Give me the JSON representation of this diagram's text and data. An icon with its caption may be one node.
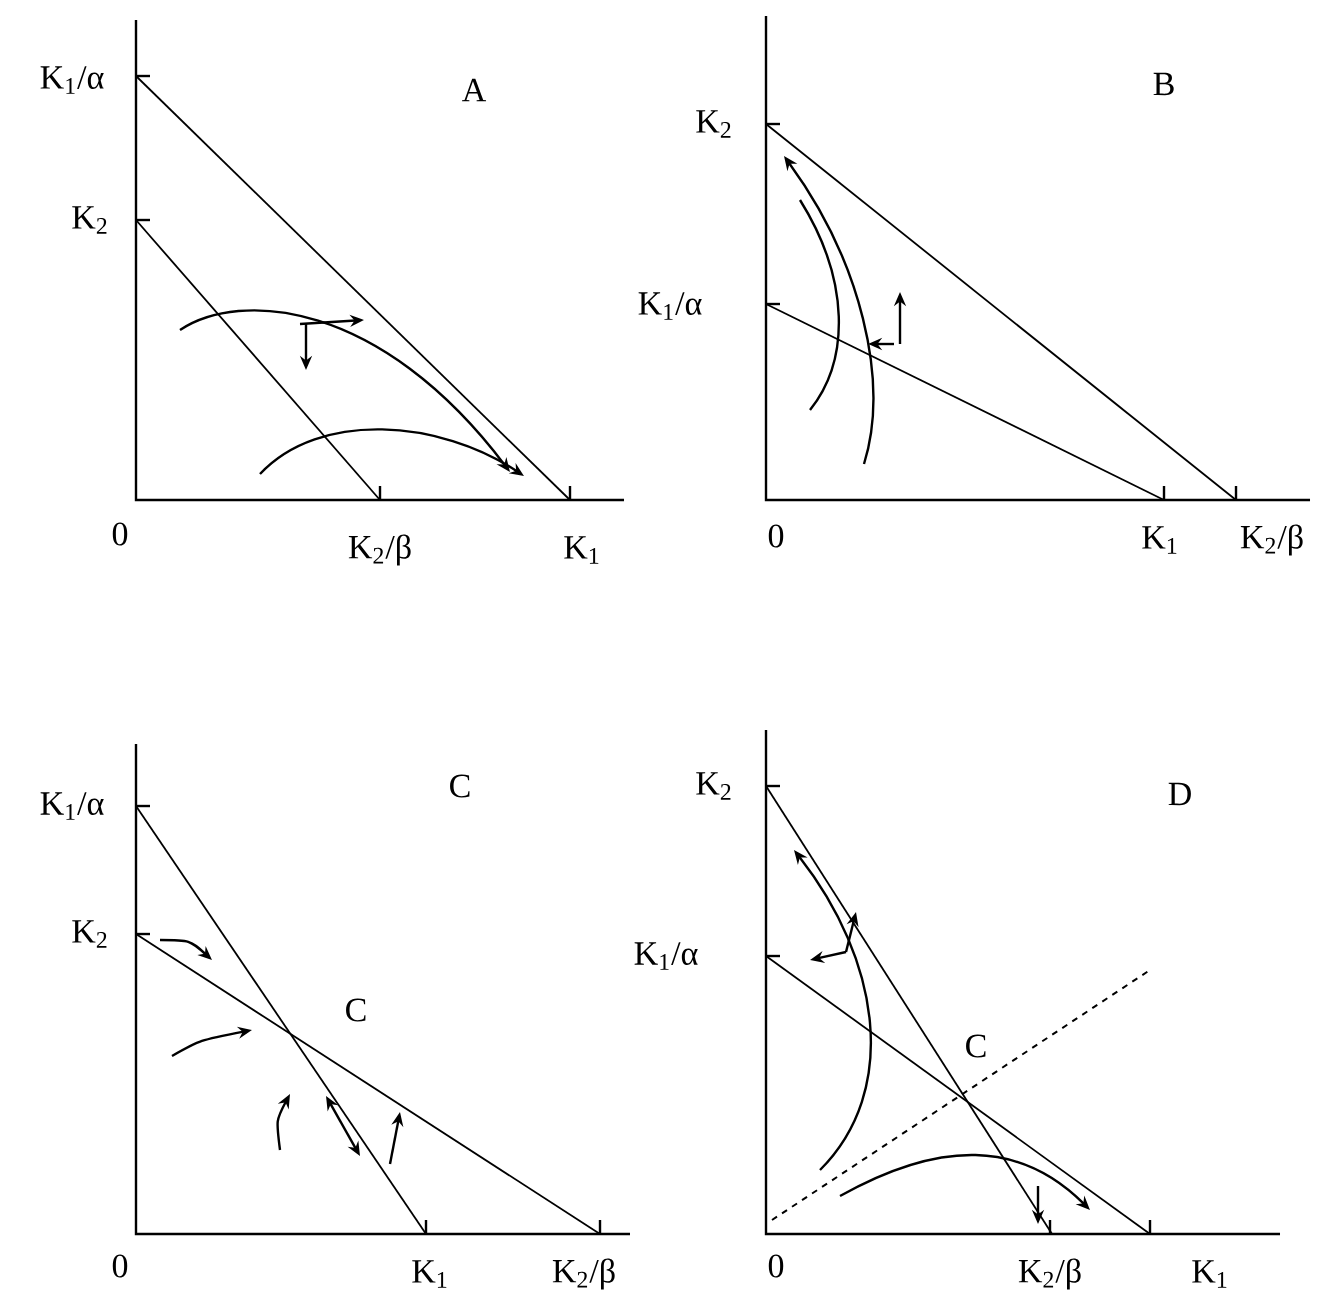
{
  "diagram": {
    "labels": [
      "K$_{1}$/α",
      "A",
      "K$_{2}$",
      "0",
      "K$_{2}$/β",
      "K$_{1}$",
      "B",
      "K$_{2}$",
      "K$_{1}$/α",
      "0",
      "K$_{1}$",
      "K$_{2}$/β",
      "C",
      "K$_{1}$/α",
      "K$_{2}$",
      "C",
      "0",
      "K$_{1}$",
      "K$_{2}$/β",
      "K$_{2}$",
      "D",
      "K$_{1}$/α",
      "C",
      "0",
      "K$_{2}$/β",
      "K$_{1}$"
    ]
  }
}
